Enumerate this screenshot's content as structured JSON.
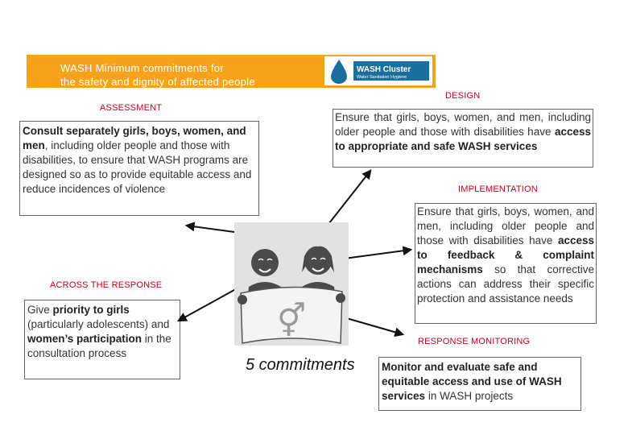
{
  "banner": {
    "title": "WASH Minimum commitments for\nthe safety and dignity of affected people",
    "logo_text": "WASH Cluster",
    "logo_subtext": "Water Sanitation Hygiene",
    "color": "#f7a21b"
  },
  "labels": {
    "assessment": "ASSESSMENT",
    "design": "DESIGN",
    "implementation": "IMPLEMENTATION",
    "across": "ACROSS THE RESPONSE",
    "monitoring": "RESPONSE MONITORING",
    "color": "#c0001b"
  },
  "assessment_box": {
    "bold": "Consult separately girls, boys, women, and men",
    "rest": ", including older people and those with disabilities, to ensure that WASH programs are designed so as to provide equitable access and reduce incidences of violence"
  },
  "design_box": {
    "pre": "Ensure that girls, boys, women, and men, including older people and those with disabilities have ",
    "bold": "access to appropriate and safe WASH services"
  },
  "implementation_box": {
    "pre": "Ensure that girls, boys, women, and men, including older people and those with disabilities have ",
    "bold": "access to feedback & complaint mechanisms",
    "post": " so that corrective actions can address their specific protection and assistance needs"
  },
  "across_box": {
    "pre": "Give ",
    "bold1": "priority to girls",
    "mid": " (particularly adolescents) and ",
    "bold2": "women’s participation",
    "post": " in the consultation process"
  },
  "monitoring_box": {
    "bold": "Monitor and evaluate safe and equitable access and use of WASH services",
    "post": " in WASH projects"
  },
  "center": {
    "caption": "5 commitments",
    "symbol": "⚥",
    "icon": "two-girls-holding-sign"
  }
}
